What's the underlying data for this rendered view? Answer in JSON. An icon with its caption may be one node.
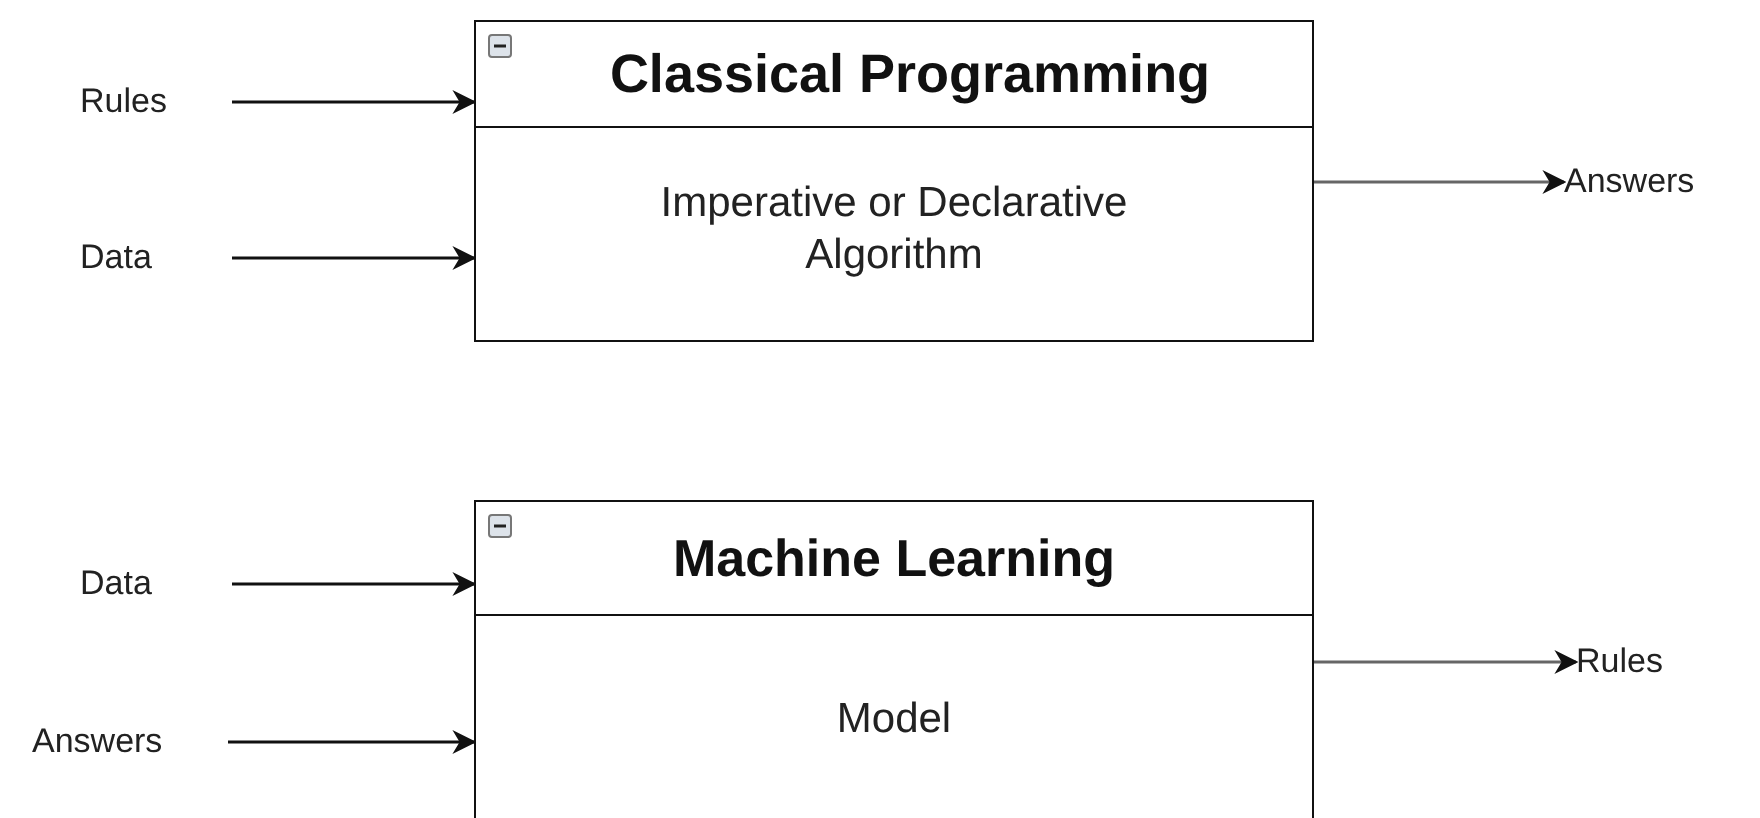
{
  "diagram": {
    "nodes": [
      {
        "text": [
          "Classical Programming",
          "Imperative or Declarative Algorithm"
        ]
      },
      {
        "text": [
          "Rules"
        ]
      },
      {
        "text": [
          "Data"
        ]
      },
      {
        "text": [
          "Answers"
        ]
      },
      {
        "text": [
          "Machine Learning",
          "Model"
        ]
      },
      {
        "text": [
          "Data"
        ]
      },
      {
        "text": [
          "Answers"
        ]
      },
      {
        "text": [
          "Rules"
        ]
      }
    ],
    "edges": [
      {
        "from": 1,
        "to": 0,
        "arrow": "to"
      },
      {
        "from": 2,
        "to": 0,
        "arrow": "to"
      },
      {
        "from": 0,
        "to": 3,
        "arrow": "to",
        "color": "#666666"
      },
      {
        "from": 5,
        "to": 4,
        "arrow": "to"
      },
      {
        "from": 6,
        "to": 4,
        "arrow": "to"
      },
      {
        "from": 4,
        "to": 7,
        "arrow": "to",
        "color": "#666666"
      }
    ]
  }
}
